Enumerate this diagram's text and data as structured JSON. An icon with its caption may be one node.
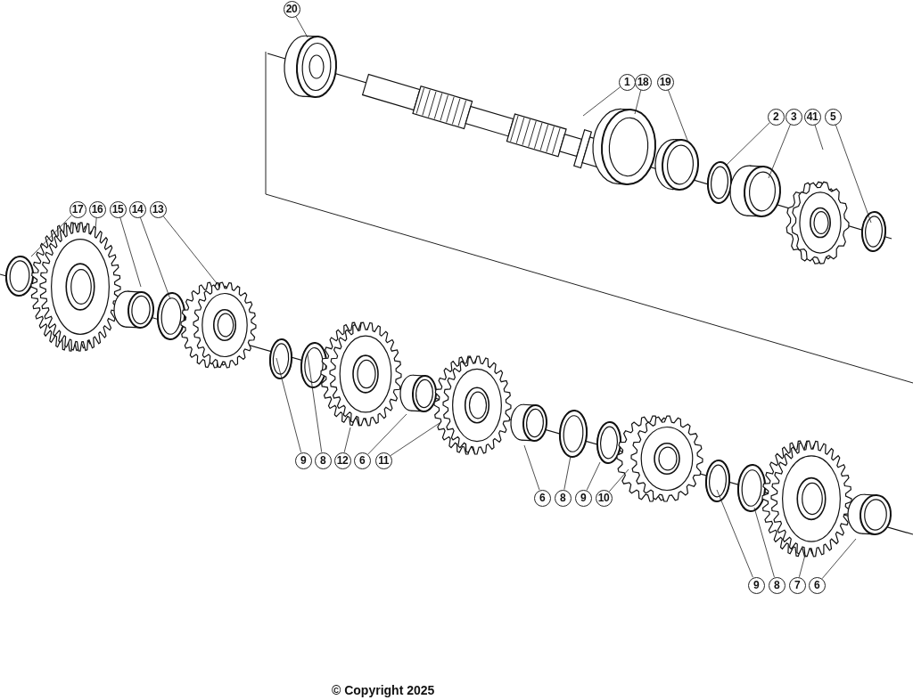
{
  "diagram": {
    "nodes": [
      {
        "text": [
          "20"
        ]
      },
      {
        "text": [
          "1"
        ]
      },
      {
        "text": [
          "18"
        ]
      },
      {
        "text": [
          "19"
        ]
      },
      {
        "text": [
          "2"
        ]
      },
      {
        "text": [
          "3"
        ]
      },
      {
        "text": [
          "41"
        ]
      },
      {
        "text": [
          "5"
        ]
      },
      {
        "text": [
          "17"
        ]
      },
      {
        "text": [
          "16"
        ]
      },
      {
        "text": [
          "15"
        ]
      },
      {
        "text": [
          "14"
        ]
      },
      {
        "text": [
          "13"
        ]
      },
      {
        "text": [
          "9"
        ]
      },
      {
        "text": [
          "8"
        ]
      },
      {
        "text": [
          "12"
        ]
      },
      {
        "text": [
          "6"
        ]
      },
      {
        "text": [
          "11"
        ]
      },
      {
        "text": [
          "6"
        ]
      },
      {
        "text": [
          "8"
        ]
      },
      {
        "text": [
          "9"
        ]
      },
      {
        "text": [
          "10"
        ]
      },
      {
        "text": [
          "9"
        ]
      },
      {
        "text": [
          "8"
        ]
      },
      {
        "text": [
          "7"
        ]
      },
      {
        "text": [
          "6"
        ]
      }
    ],
    "edges": [
      {
        "from": 0,
        "to": null,
        "arrow": "none"
      },
      {
        "from": 1,
        "to": null,
        "arrow": "none"
      },
      {
        "from": 2,
        "to": null,
        "arrow": "none"
      },
      {
        "from": 3,
        "to": null,
        "arrow": "none"
      },
      {
        "from": 4,
        "to": null,
        "arrow": "none"
      },
      {
        "from": 5,
        "to": null,
        "arrow": "none"
      },
      {
        "from": 6,
        "to": null,
        "arrow": "none"
      },
      {
        "from": 7,
        "to": null,
        "arrow": "none"
      },
      {
        "from": 8,
        "to": null,
        "arrow": "none"
      },
      {
        "from": 9,
        "to": null,
        "arrow": "none"
      },
      {
        "from": 10,
        "to": null,
        "arrow": "none"
      },
      {
        "from": 11,
        "to": null,
        "arrow": "none"
      },
      {
        "from": 12,
        "to": null,
        "arrow": "none"
      },
      {
        "from": 13,
        "to": null,
        "arrow": "none"
      },
      {
        "from": 14,
        "to": null,
        "arrow": "none"
      },
      {
        "from": 15,
        "to": null,
        "arrow": "none"
      },
      {
        "from": 16,
        "to": null,
        "arrow": "none"
      },
      {
        "from": 17,
        "to": null,
        "arrow": "none"
      },
      {
        "from": 18,
        "to": null,
        "arrow": "none"
      },
      {
        "from": 19,
        "to": null,
        "arrow": "none"
      },
      {
        "from": 20,
        "to": null,
        "arrow": "none"
      },
      {
        "from": 21,
        "to": null,
        "arrow": "none"
      },
      {
        "from": 22,
        "to": null,
        "arrow": "none"
      },
      {
        "from": 23,
        "to": null,
        "arrow": "none"
      },
      {
        "from": 24,
        "to": null,
        "arrow": "none"
      },
      {
        "from": 25,
        "to": null,
        "arrow": "none"
      }
    ],
    "labels": [
      "© Copyright 2025"
    ]
  }
}
